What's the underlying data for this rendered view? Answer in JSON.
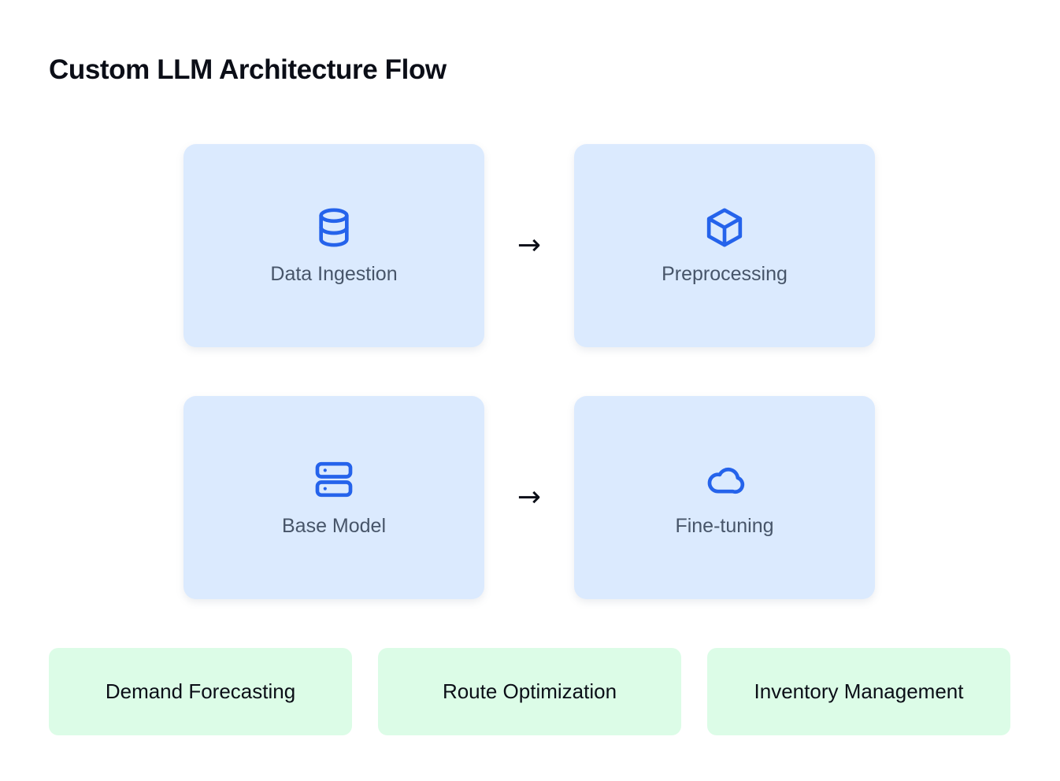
{
  "page": {
    "title": "Custom LLM Architecture Flow",
    "background_color": "#ffffff"
  },
  "colors": {
    "stage_card_bg": "#dbeafe",
    "stage_icon": "#2563eb",
    "stage_label_text": "#475569",
    "usecase_pill_bg": "#dcfce7",
    "usecase_label_text": "#0b0e17",
    "title_text": "#0b0e17",
    "arrow": "#0b0e17"
  },
  "flow": {
    "rows": [
      {
        "arrow_glyph": "→",
        "arrow_icon_name": "arrow-right-icon",
        "stages": [
          {
            "label": "Data Ingestion",
            "icon": "database-icon"
          },
          {
            "label": "Preprocessing",
            "icon": "cube-icon"
          }
        ]
      },
      {
        "arrow_glyph": "→",
        "arrow_icon_name": "arrow-right-icon",
        "stages": [
          {
            "label": "Base Model",
            "icon": "server-rack-icon"
          },
          {
            "label": "Fine-tuning",
            "icon": "cloud-icon"
          }
        ]
      }
    ]
  },
  "usecases": {
    "items": [
      {
        "label": "Demand Forecasting"
      },
      {
        "label": "Route Optimization"
      },
      {
        "label": "Inventory Management"
      }
    ]
  }
}
